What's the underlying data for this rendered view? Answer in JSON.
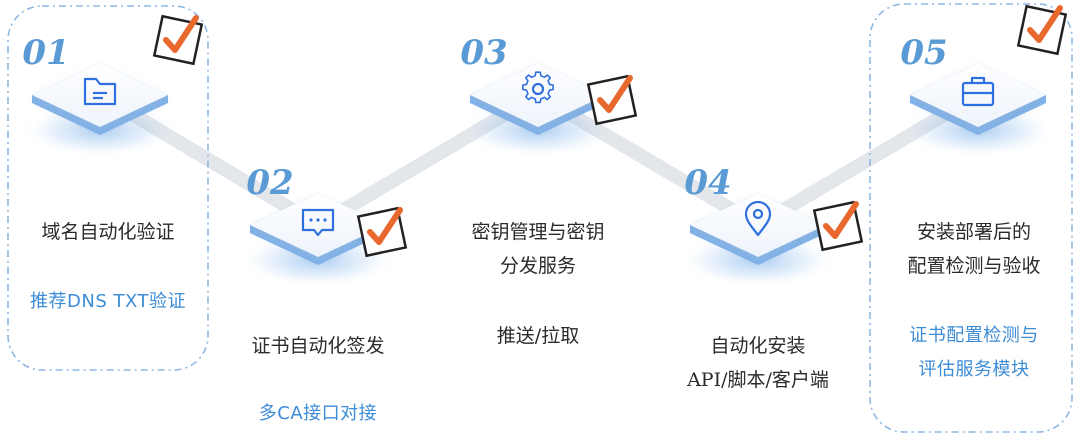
{
  "colors": {
    "accent": "#2f6fe0",
    "number": "#5a9bd5",
    "highlight": "#3d8cd6",
    "dashed_border": "#8fb7e3",
    "check": "#e8682e",
    "connector": "#e3e6ea"
  },
  "steps": [
    {
      "number": "01",
      "icon": "folder-icon",
      "checked": true,
      "title_lines": [
        "域名自动化验证"
      ],
      "highlight_lines": [
        "推荐DNS TXT验证"
      ],
      "boxed": true
    },
    {
      "number": "02",
      "icon": "chat-icon",
      "checked": true,
      "title_lines": [
        "证书自动化签发"
      ],
      "highlight_lines": [
        "多CA接口对接"
      ],
      "boxed": false
    },
    {
      "number": "03",
      "icon": "gear-icon",
      "checked": true,
      "title_lines": [
        "密钥管理与密钥",
        "分发服务"
      ],
      "sub_lines": [
        "推送/拉取"
      ],
      "boxed": false
    },
    {
      "number": "04",
      "icon": "location-pin-icon",
      "checked": true,
      "title_lines": [
        "自动化安装",
        "API/脚本/客户端"
      ],
      "boxed": false
    },
    {
      "number": "05",
      "icon": "toolbox-icon",
      "checked": true,
      "title_lines": [
        "安装部署后的",
        "配置检测与验收"
      ],
      "highlight_lines": [
        "证书配置检测与",
        "评估服务模块"
      ],
      "boxed": true
    }
  ]
}
